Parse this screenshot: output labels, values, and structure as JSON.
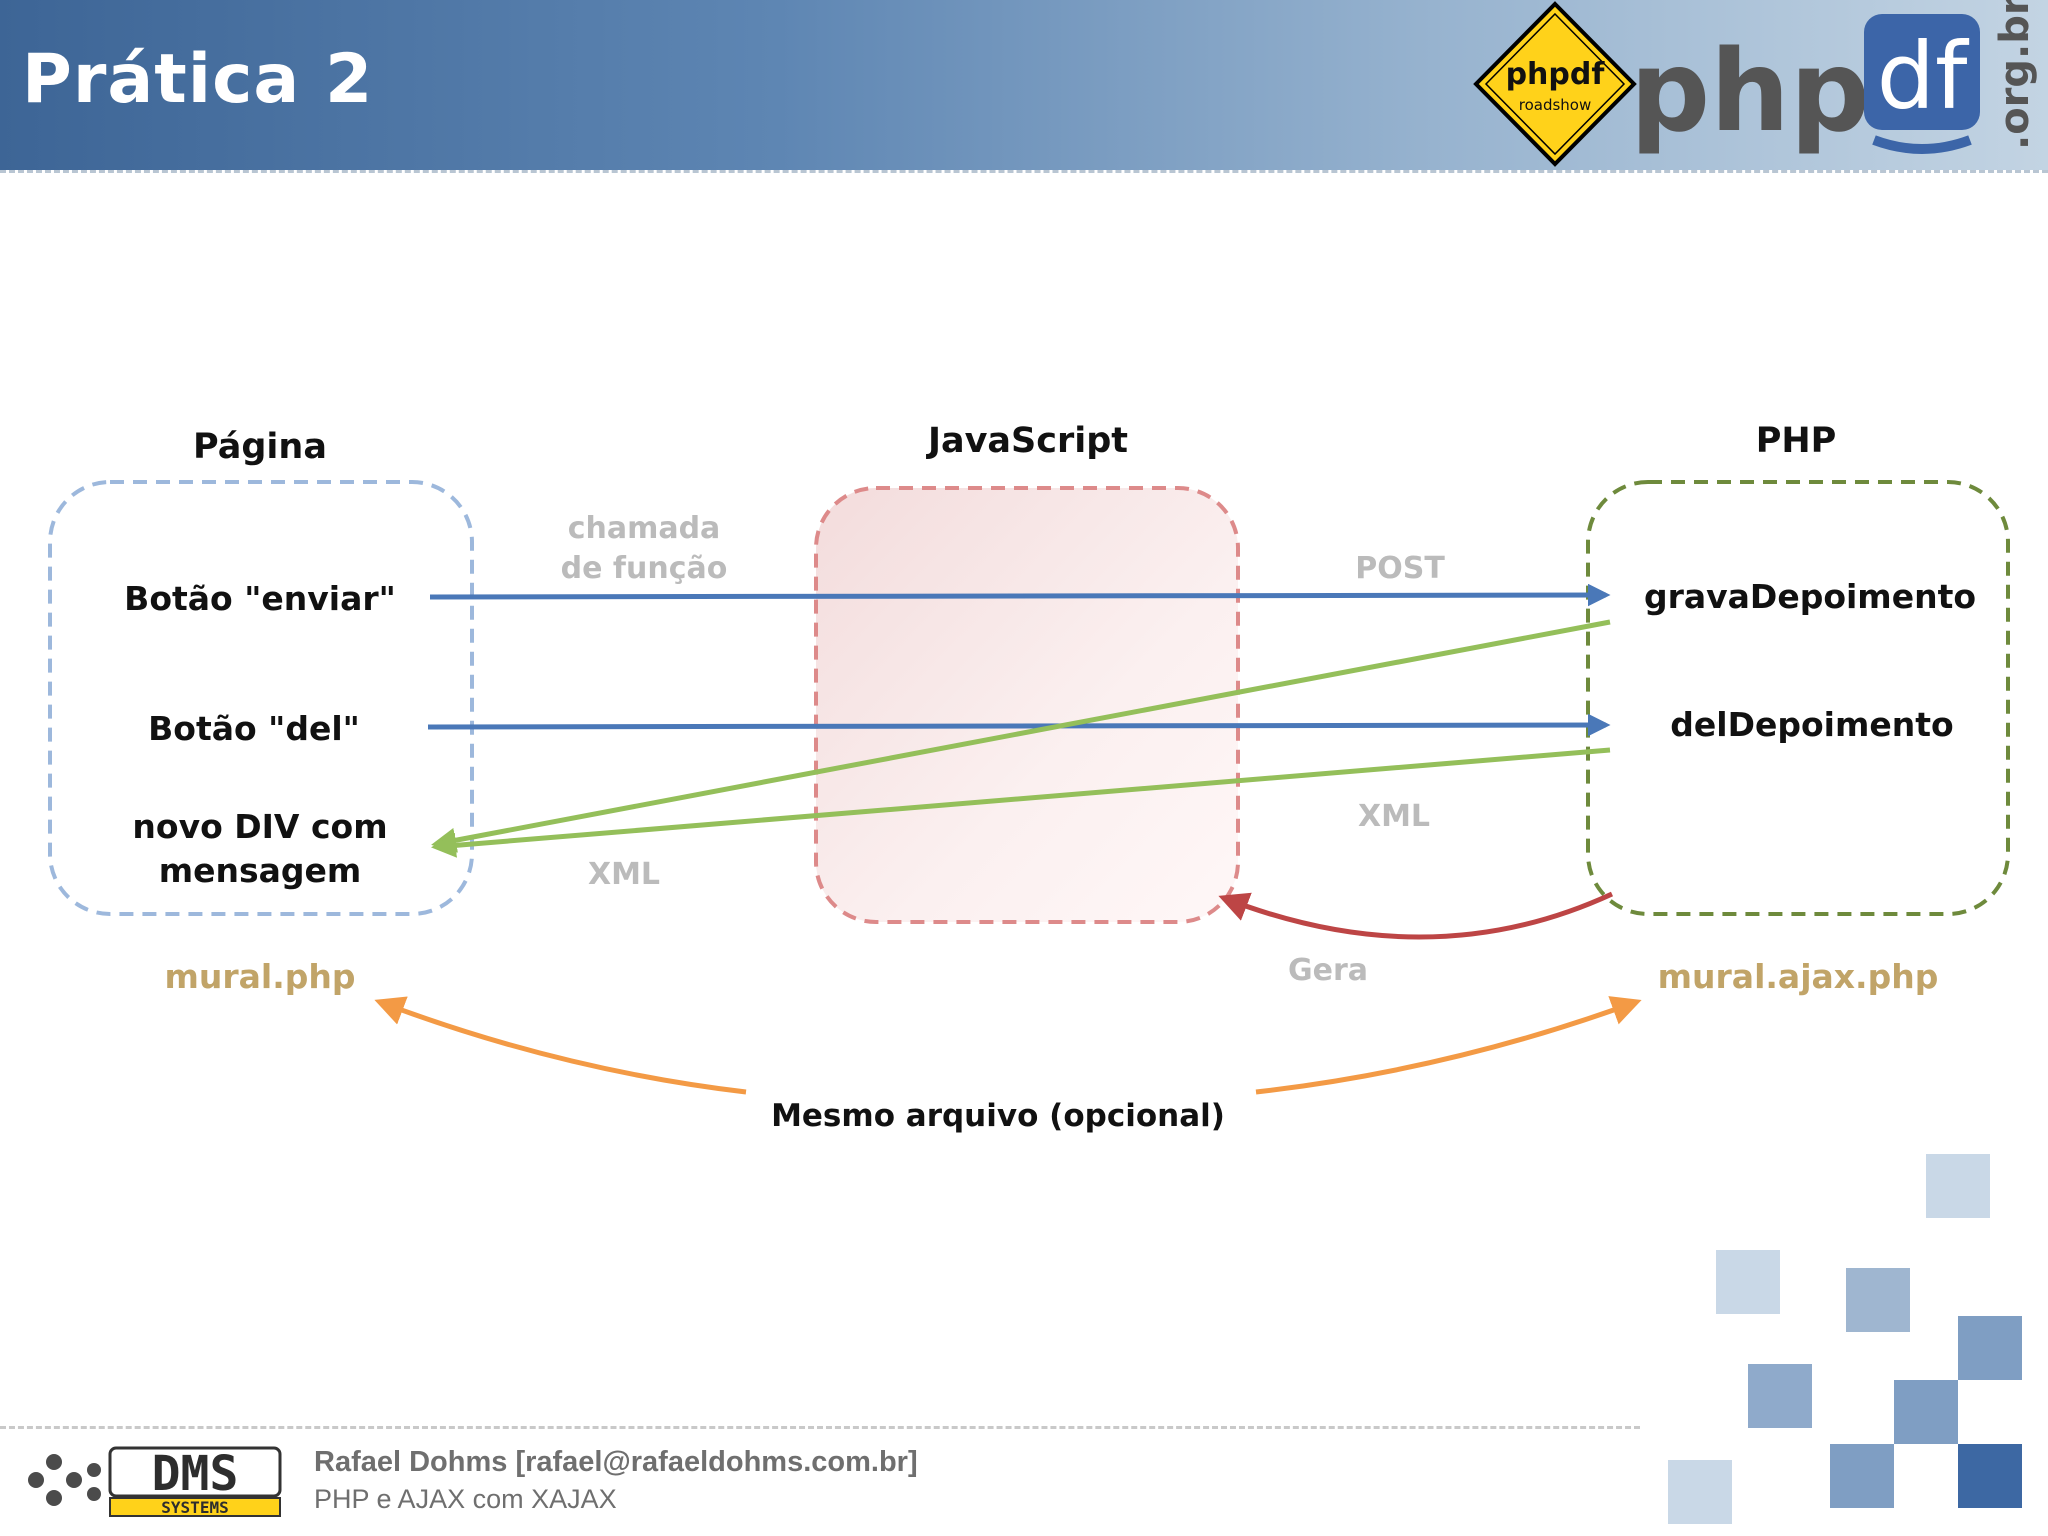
{
  "header": {
    "title": "Prática 2",
    "badge_top": "phpdf",
    "badge_bottom": "roadshow",
    "logo_php": "php",
    "logo_df": "df",
    "logo_domain": ".org.br"
  },
  "diagram": {
    "columns": {
      "pagina": "Página",
      "javascript": "JavaScript",
      "php": "PHP"
    },
    "pagina_items": {
      "enviar": "Botão \"enviar\"",
      "del": "Botão \"del\"",
      "div_line1": "novo DIV com",
      "div_line2": "mensagem"
    },
    "php_items": {
      "grava": "gravaDepoimento",
      "del": "delDepoimento"
    },
    "labels": {
      "chamada_line1": "chamada",
      "chamada_line2": "de função",
      "post": "POST",
      "xml_right": "XML",
      "xml_left": "XML",
      "gera": "Gera",
      "mesmo": "Mesmo arquivo (opcional)"
    },
    "files": {
      "left": "mural.php",
      "right": "mural.ajax.php"
    },
    "colors": {
      "blue_arrow": "#4a78b8",
      "green_arrow": "#94bf5a",
      "red_arrow": "#bd4545",
      "orange_arrow": "#f39a45",
      "file_label": "#c1a468",
      "gray_label": "#b8b8b8"
    }
  },
  "footer": {
    "author": "Rafael Dohms [rafael@rafaeldohms.com.br]",
    "course": "PHP e AJAX com XAJAX",
    "logo_text": "DMS",
    "logo_sub": "SYSTEMS"
  }
}
